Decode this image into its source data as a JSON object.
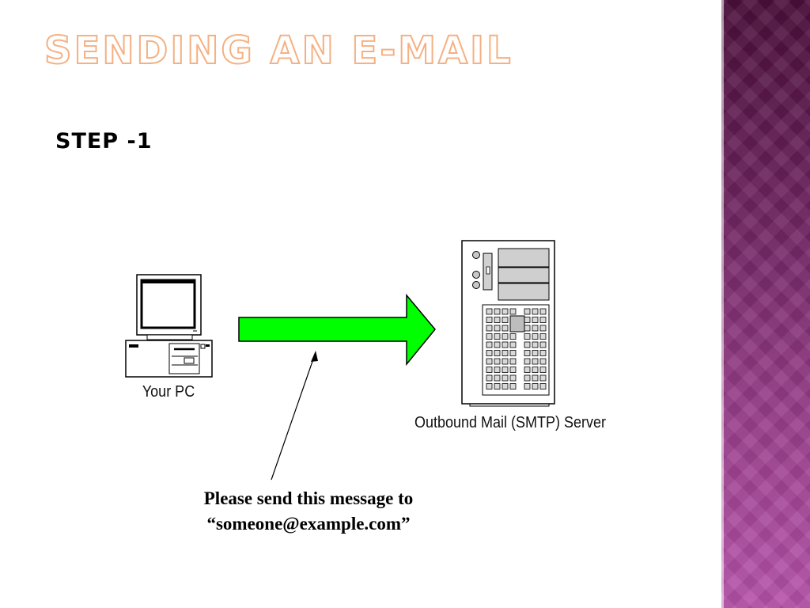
{
  "slide": {
    "title": "SENDING AN E-MAIL",
    "subtitle": "STEP -1"
  },
  "diagram": {
    "pc_label": "Your PC",
    "server_label": "Outbound Mail (SMTP) Server",
    "callout_line1": "Please send this message to",
    "callout_line2": "“someone@example.com”",
    "arrow_color": "#00ff00",
    "title_color": "#f4b183"
  }
}
